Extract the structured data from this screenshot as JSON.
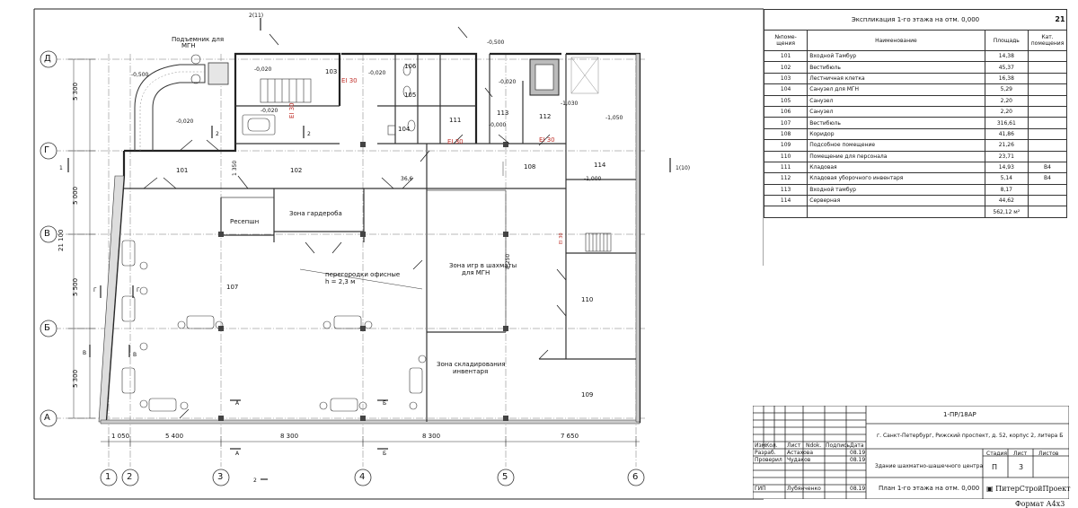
{
  "sheet": {
    "number": "21",
    "format": "Формат А4х3"
  },
  "explication": {
    "title": "Экспликация 1-го этажа на отм. 0,000",
    "headers": {
      "num": "№поме-щения",
      "name": "Наименование",
      "area": "Площадь",
      "cat": "Кат. помещения"
    },
    "rows": [
      {
        "num": "101",
        "name": "Входной Тамбур",
        "area": "14,38",
        "cat": ""
      },
      {
        "num": "102",
        "name": "Вестибюль",
        "area": "45,37",
        "cat": ""
      },
      {
        "num": "103",
        "name": "Лестничная клетка",
        "area": "16,38",
        "cat": ""
      },
      {
        "num": "104",
        "name": "Санузел для МГН",
        "area": "5,29",
        "cat": ""
      },
      {
        "num": "105",
        "name": "Санузел",
        "area": "2,20",
        "cat": ""
      },
      {
        "num": "106",
        "name": "Санузел",
        "area": "2,20",
        "cat": ""
      },
      {
        "num": "107",
        "name": "Вестибюль",
        "area": "316,61",
        "cat": ""
      },
      {
        "num": "108",
        "name": "Коридор",
        "area": "41,86",
        "cat": ""
      },
      {
        "num": "109",
        "name": "Подсобное помещение",
        "area": "21,26",
        "cat": ""
      },
      {
        "num": "110",
        "name": "Помещение для персонала",
        "area": "23,71",
        "cat": ""
      },
      {
        "num": "111",
        "name": "Кладовая",
        "area": "14,93",
        "cat": "В4"
      },
      {
        "num": "112",
        "name": "Кладовая уборочного инвентаря",
        "area": "5,14",
        "cat": "В4"
      },
      {
        "num": "113",
        "name": "Входной тамбур",
        "area": "8,17",
        "cat": ""
      },
      {
        "num": "114",
        "name": "Серверная",
        "area": "44,62",
        "cat": ""
      }
    ],
    "total": "562,12 м²"
  },
  "title_block": {
    "code": "1-ПР/18АР",
    "address": "г. Санкт-Петербург, Рижский проспект, д. 52, корпус 2, литера Б",
    "headers": [
      "Изм.",
      "Кол.",
      "Лист",
      "Ndok.",
      "Подпись",
      "Дата"
    ],
    "people": [
      {
        "role": "Разраб.",
        "name": "Астахова",
        "date": "08.19"
      },
      {
        "role": "Проверил",
        "name": "Чудаков",
        "date": "08.19"
      },
      {
        "role": "ГИП",
        "name": "Лубянченко",
        "date": "08.19"
      }
    ],
    "building": "Здание шахматно-шашечного центра",
    "stage_label": "Стадия",
    "sheet_label": "Лист",
    "sheets_label": "Листов",
    "stage": "П",
    "sheet": "3",
    "drawing_title": "План 1-го этажа на отм. 0,000",
    "company": "ПитерСтройПроект"
  },
  "plan": {
    "axes_letters": [
      "Д",
      "Г",
      "В",
      "Б",
      "А"
    ],
    "axes_numbers": [
      "1",
      "2",
      "3",
      "4",
      "5",
      "6"
    ],
    "dims_bottom": [
      "1 050",
      "5 400",
      "8 300",
      "8 300",
      "7 650"
    ],
    "dims_left": [
      "5 300",
      "5 000",
      "5 500",
      "5 300"
    ],
    "dim_total_left": "21 100",
    "rooms": [
      "101",
      "102",
      "103",
      "104",
      "105",
      "106",
      "107",
      "108",
      "109",
      "110",
      "111",
      "112",
      "113",
      "114"
    ],
    "zones": {
      "reception": "Ресепшн",
      "wardrobe": "Зона гардероба",
      "chess_line1": "Зона игр в шахматы",
      "chess_line2": "для МГН",
      "storage_line1": "Зона складирования",
      "storage_line2": "инвентаря",
      "partition_line1": "перегородки офисные",
      "partition_line2": "h = 2,3 м",
      "lift_line1": "Подъемник для",
      "lift_line2": "МГН"
    },
    "fire": [
      "EI 30",
      "EI 30",
      "EI 30",
      "EI 30",
      "EI 30"
    ],
    "levels": [
      "-0,500",
      "-0,020",
      "-0,020",
      "-0,020",
      "-0,020",
      "-0,500",
      "-0,020",
      "-1,050",
      "-1,000",
      "-0,000"
    ],
    "sections": [
      "2(11)",
      "2",
      "2",
      "1",
      "1(10)",
      "Г",
      "Г",
      "В",
      "В",
      "А",
      "А",
      "Б",
      "Б",
      "2"
    ],
    "misc": {
      "dim_1350": "1 350",
      "dim_366": "36,6",
      "dim_8250": "8 250",
      "dim_1030": "-1,030"
    }
  }
}
